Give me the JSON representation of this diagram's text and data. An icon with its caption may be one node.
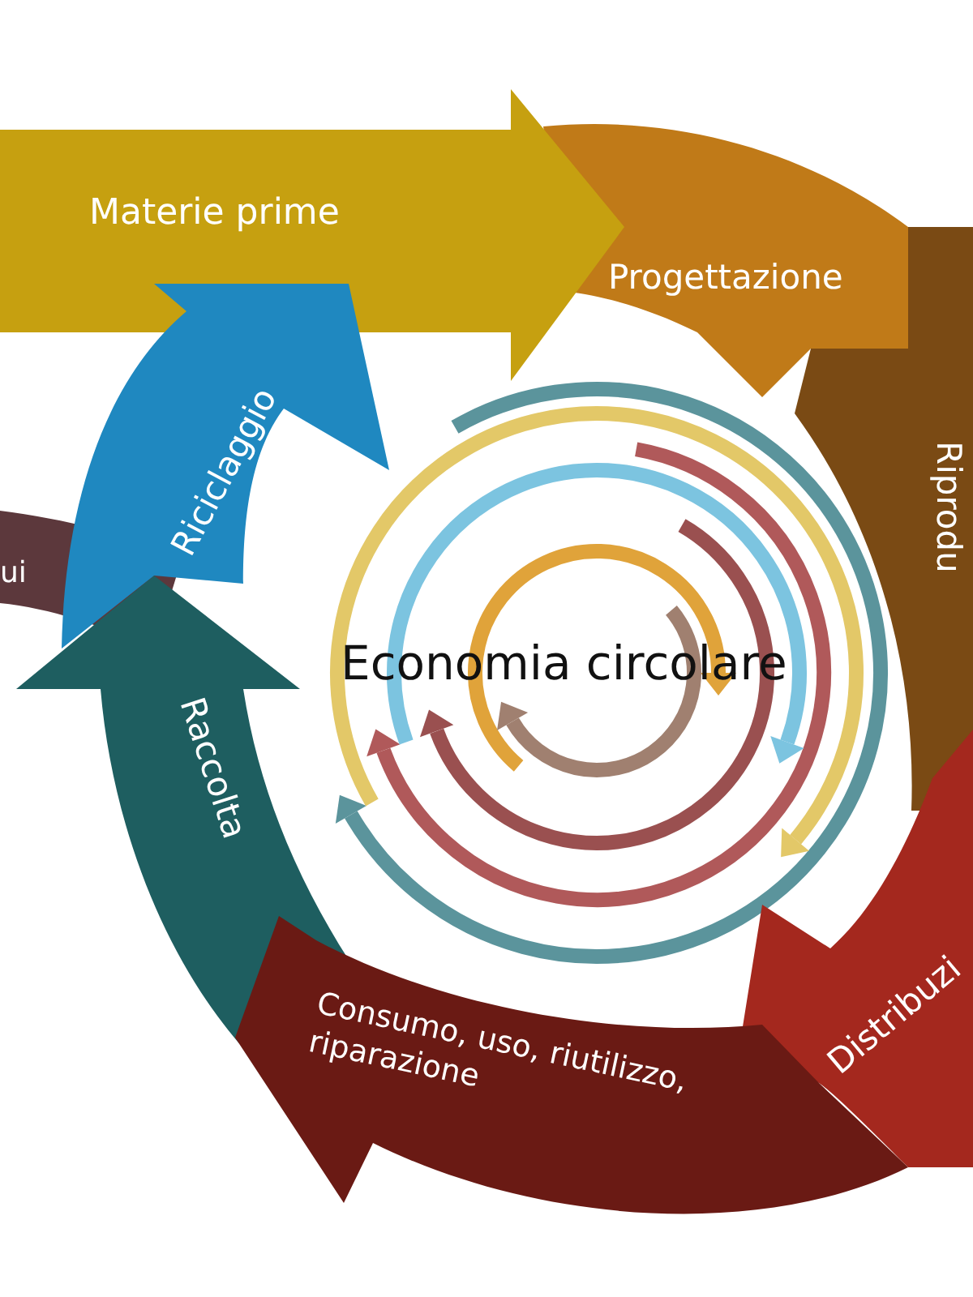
{
  "diagram": {
    "nodes": [
      {
        "text": [
          "Materie prime"
        ]
      },
      {
        "text": [
          "Progettazione"
        ]
      },
      {
        "text": [
          "Riprodu"
        ]
      },
      {
        "text": [
          "Distribuzi"
        ]
      },
      {
        "text": [
          "Consumo, uso, riutilizzo, riparazione"
        ]
      },
      {
        "text": [
          "Raccolta"
        ]
      },
      {
        "text": [
          "Riciclaggio"
        ]
      },
      {
        "text": [
          "ui"
        ]
      }
    ],
    "labels": [
      "Economia circolare"
    ]
  }
}
